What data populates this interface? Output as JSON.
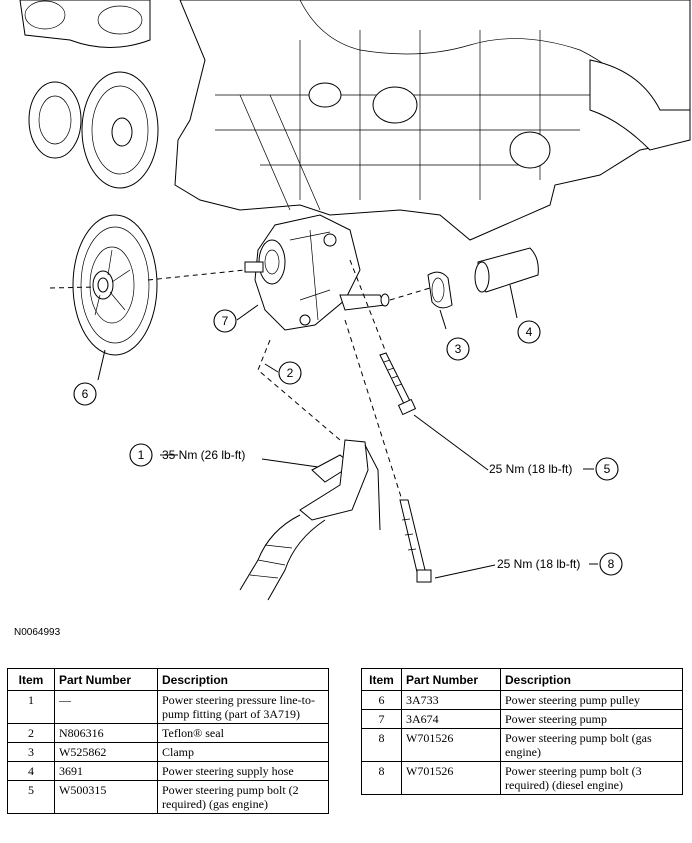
{
  "figure_id": "N0064993",
  "callouts": [
    {
      "num": "1",
      "torque": "35 Nm (26 lb-ft)"
    },
    {
      "num": "2"
    },
    {
      "num": "3"
    },
    {
      "num": "4"
    },
    {
      "num": "5",
      "torque": "25 Nm (18 lb-ft)"
    },
    {
      "num": "6"
    },
    {
      "num": "7"
    },
    {
      "num": "8",
      "torque": "25 Nm (18 lb-ft)"
    }
  ],
  "table_headers": {
    "item": "Item",
    "part_number": "Part Number",
    "description": "Description"
  },
  "parts_left": [
    {
      "item": "1",
      "part_number": "—",
      "description": "Power steering pressure line-to-pump fitting (part of 3A719)"
    },
    {
      "item": "2",
      "part_number": "N806316",
      "description": "Teflon® seal"
    },
    {
      "item": "3",
      "part_number": "W525862",
      "description": "Clamp"
    },
    {
      "item": "4",
      "part_number": "3691",
      "description": "Power steering supply hose"
    },
    {
      "item": "5",
      "part_number": "W500315",
      "description": "Power steering pump bolt (2 required) (gas engine)"
    }
  ],
  "parts_right": [
    {
      "item": "6",
      "part_number": "3A733",
      "description": "Power steering pump pulley"
    },
    {
      "item": "7",
      "part_number": "3A674",
      "description": "Power steering pump"
    },
    {
      "item": "8",
      "part_number": "W701526",
      "description": "Power steering pump bolt (gas engine)"
    },
    {
      "item": "8",
      "part_number": "W701526",
      "description": "Power steering pump bolt (3 required) (diesel engine)"
    }
  ]
}
